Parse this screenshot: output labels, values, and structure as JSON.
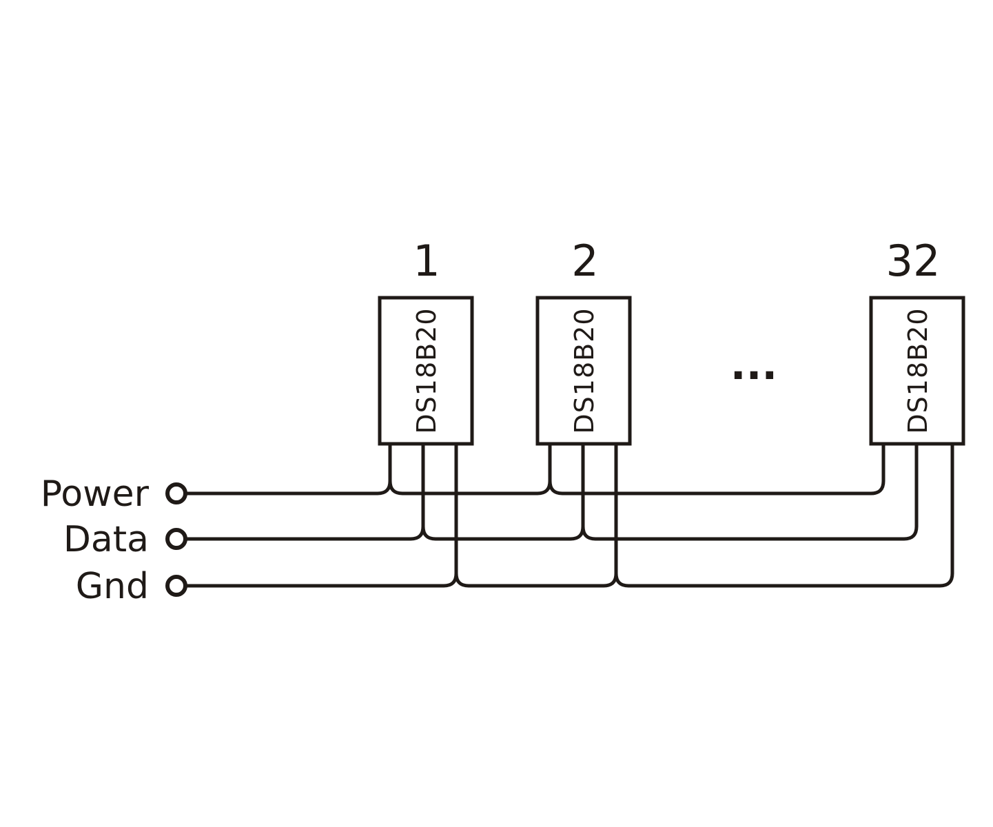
{
  "terminals": {
    "power": "Power",
    "data": "Data",
    "gnd": "Gnd"
  },
  "sensors": [
    {
      "number": "1",
      "part": "DS18B20"
    },
    {
      "number": "2",
      "part": "DS18B20"
    },
    {
      "number": "32",
      "part": "DS18B20"
    }
  ],
  "gap_marker": "...",
  "colors": {
    "ink": "#1f1a17",
    "background": "#ffffff"
  }
}
